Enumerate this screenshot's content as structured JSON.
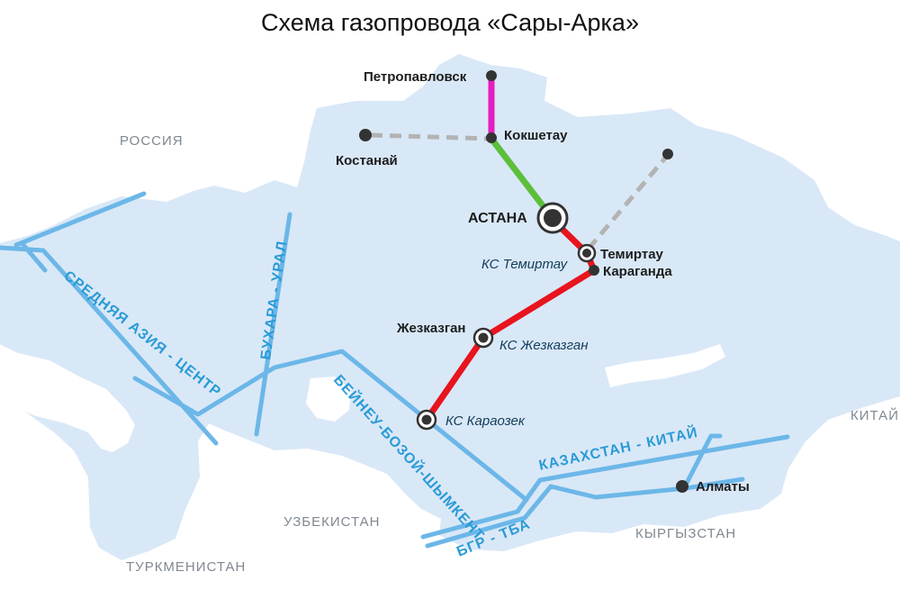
{
  "title": "Схема газопровода «Сары-Арка»",
  "colors": {
    "land": "#d9e8f7",
    "existing_pipeline": "#6cb7e8",
    "label_blue": "#2a9bd6",
    "segment_red": "#e8141e",
    "segment_green": "#5cbf3a",
    "segment_magenta": "#e61ec2",
    "planned_gray": "#b3b3b3",
    "node": "#333333"
  },
  "countries": {
    "russia": "РОССИЯ",
    "china": "КИТАЙ",
    "uzbekistan": "УЗБЕКИСТАН",
    "kyrgyzstan": "КЫРГЫЗСТАН",
    "turkmenistan": "ТУРКМЕНИСТАН"
  },
  "cities": {
    "petropavlovsk": "Петропавловск",
    "kokshetau": "Кокшетау",
    "kostanay": "Костанай",
    "astana": "АСТАНА",
    "temirtau": "Темиртау",
    "karaganda": "Караганда",
    "zhezkazgan": "Жезказган",
    "almaty": "Алматы"
  },
  "stations": {
    "temirtau": "КС Темиртау",
    "zhezkazgan": "КС Жезказган",
    "karaozek": "КС Караозек"
  },
  "pipelines": {
    "central_asia_center": "СРЕДНЯЯ АЗИЯ - ЦЕНТР",
    "bukhara_ural": "БУХАРА - УРАЛ",
    "beyneu_bozoy_shymkent": "БЕЙНЕУ-БОЗОЙ-ШЫМКЕНТ",
    "kazakhstan_china": "КАЗАХСТАН - КИТАЙ",
    "bgr_tba": "БГР - ТБА"
  }
}
